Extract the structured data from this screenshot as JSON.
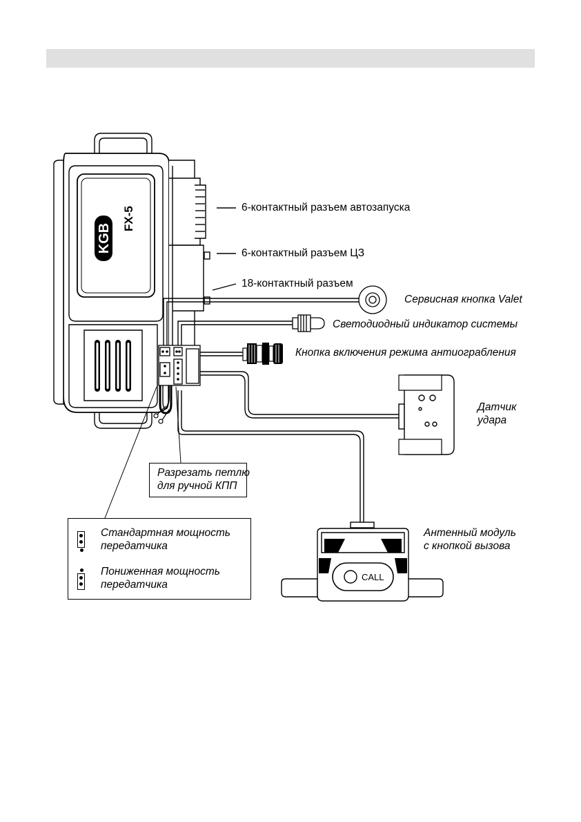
{
  "unit": {
    "model": "FX-5",
    "logo": "KGB"
  },
  "connectors": {
    "autostart": "6-контактный разъем автозапуска",
    "central_lock": "6-контактный разъем ЦЗ",
    "main": "18-контактный разъем"
  },
  "peripherals": {
    "valet": "Сервисная кнопка Valet",
    "led": "Светодиодный индикатор системы",
    "antihijack": "Кнопка включения режима антиограбления",
    "shock_line1": "Датчик",
    "shock_line2": "удара",
    "antenna_line1": "Антенный модуль",
    "antenna_line2": "с кнопкой вызова",
    "call_button": "CALL"
  },
  "loop_note": {
    "line1": "Разрезать петлю",
    "line2": "для ручной КПП"
  },
  "jumper_legend": {
    "standard_line1": "Стандартная мощность",
    "standard_line2": "передатчика",
    "reduced_line1": "Пониженная мощность",
    "reduced_line2": "передатчика"
  }
}
